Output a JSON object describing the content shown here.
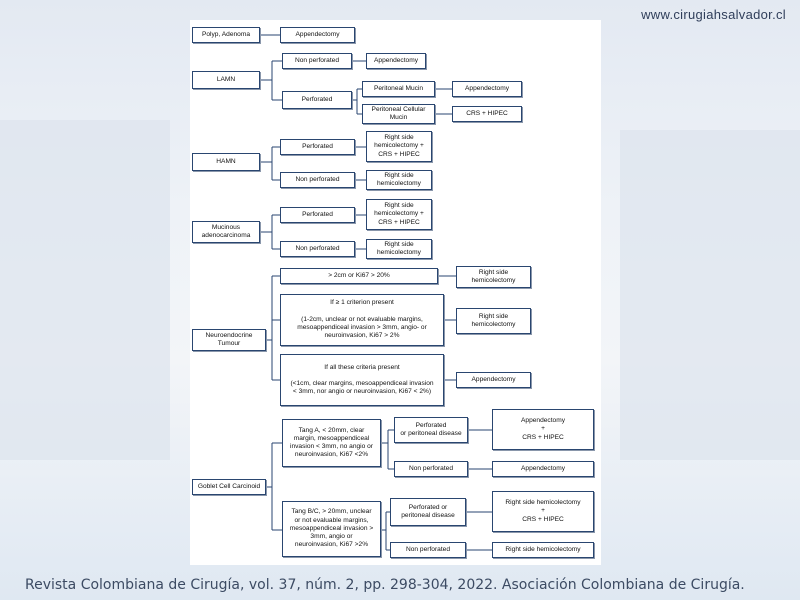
{
  "site": {
    "url": "www.cirugiahsalvador.cl"
  },
  "diagram": {
    "polyp": {
      "label": "Polyp, Adenoma",
      "treatment": "Appendectomy"
    },
    "lamn": {
      "label": "LAMN",
      "non_perforated": "Non perforated",
      "non_perforated_treatment": "Appendectomy",
      "perforated": "Perforated",
      "peritoneal_mucin": "Peritoneal Mucin",
      "peritoneal_mucin_treatment": "Appendectomy",
      "peritoneal_cellular_mucin": "Peritoneal Cellular\nMucin",
      "peritoneal_cellular_mucin_treatment": "CRS + HIPEC"
    },
    "hamn": {
      "label": "HAMN",
      "perforated": "Perforated",
      "perforated_treatment": "Right side\nhemicolectomy +\nCRS + HIPEC",
      "non_perforated": "Non perforated",
      "non_perforated_treatment": "Right side\nhemicolectomy"
    },
    "mucinous": {
      "label": "Mucinous\nadenocarcinoma",
      "perforated": "Perforated",
      "perforated_treatment": "Right side\nhemicolectomy +\nCRS + HIPEC",
      "non_perforated": "Non perforated",
      "non_perforated_treatment": "Right side\nhemicolectomy"
    },
    "net": {
      "label": "Neuroendocrine\nTumour",
      "crit1": "> 2cm or Ki67 > 20%",
      "crit1_treatment": "Right side\nhemicolectomy",
      "crit2": "If ≥ 1 criterion present\n\n(1-2cm, unclear or not evaluable margins,\nmesoappendiceal invasion > 3mm, angio- or\nneuroinvasion, Ki67 > 2%",
      "crit2_treatment": "Right side\nhemicolectomy",
      "crit3": "If all these criteria present\n\n(<1cm, clear margins, mesoappendiceal invasion\n< 3mm, nor angio or neuroinvasion, Ki67 < 2%)",
      "crit3_treatment": "Appendectomy"
    },
    "gcc": {
      "label": "Goblet Cell Carcinoid",
      "tang_a": "Tang A, < 20mm, clear\nmargin, mesoappendiceal\ninvasion < 3mm, no angio or\nneuroinvasion, Ki67 <2%",
      "tang_a_perforated": "Perforated\nor peritoneal disease",
      "tang_a_perforated_treatment": "Appendectomy\n+\nCRS + HIPEC",
      "tang_a_non_perforated": "Non perforated",
      "tang_a_non_perforated_treatment": "Appendectomy",
      "tang_bc": "Tang B/C, > 20mm, unclear\nor not evaluable margins,\nmesoappendiceal invasion >\n3mm, angio or\nneuroinvasion, Ki67 >2%",
      "tang_bc_perforated": "Perforated or\nperitoneal disease",
      "tang_bc_perforated_treatment": "Right side hemicolectomy\n+\nCRS + HIPEC",
      "tang_bc_non_perforated": "Non perforated",
      "tang_bc_non_perforated_treatment": "Right side hemicolectomy"
    }
  },
  "footer": {
    "citation": "Revista Colombiana de Cirugía, vol. 37, núm. 2, pp. 298-304, 2022. Asociación Colombiana de Cirugía."
  }
}
